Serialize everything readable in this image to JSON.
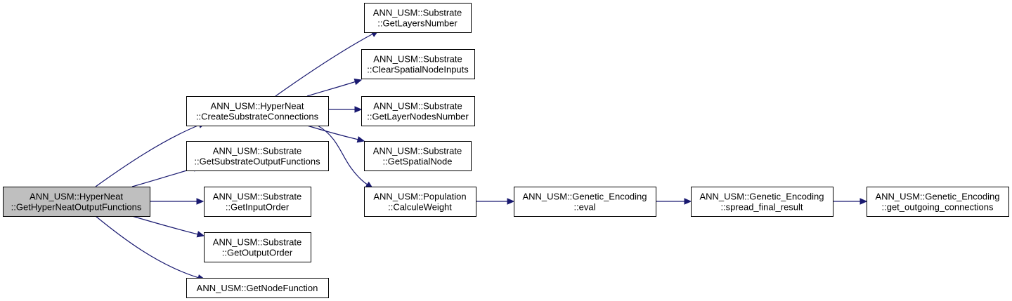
{
  "graph": {
    "nodes": [
      {
        "id": "n0",
        "lines": [
          "ANN_USM::HyperNeat",
          "::GetHyperNeatOutputFunctions"
        ],
        "root": true
      },
      {
        "id": "n1",
        "lines": [
          "ANN_USM::HyperNeat",
          "::CreateSubstrateConnections"
        ]
      },
      {
        "id": "n2",
        "lines": [
          "ANN_USM::Substrate",
          "::GetSubstrateOutputFunctions"
        ]
      },
      {
        "id": "n3",
        "lines": [
          "ANN_USM::Substrate",
          "::GetInputOrder"
        ]
      },
      {
        "id": "n4",
        "lines": [
          "ANN_USM::Substrate",
          "::GetOutputOrder"
        ]
      },
      {
        "id": "n5",
        "lines": [
          "ANN_USM::GetNodeFunction"
        ]
      },
      {
        "id": "n6",
        "lines": [
          "ANN_USM::Substrate",
          "::GetLayersNumber"
        ]
      },
      {
        "id": "n7",
        "lines": [
          "ANN_USM::Substrate",
          "::ClearSpatialNodeInputs"
        ]
      },
      {
        "id": "n8",
        "lines": [
          "ANN_USM::Substrate",
          "::GetLayerNodesNumber"
        ]
      },
      {
        "id": "n9",
        "lines": [
          "ANN_USM::Substrate",
          "::GetSpatialNode"
        ]
      },
      {
        "id": "n10",
        "lines": [
          "ANN_USM::Population",
          "::CalculeWeight"
        ]
      },
      {
        "id": "n11",
        "lines": [
          "ANN_USM::Genetic_Encoding",
          "::eval"
        ]
      },
      {
        "id": "n12",
        "lines": [
          "ANN_USM::Genetic_Encoding",
          "::spread_final_result"
        ]
      },
      {
        "id": "n13",
        "lines": [
          "ANN_USM::Genetic_Encoding",
          "::get_outgoing_connections"
        ]
      }
    ],
    "edges": [
      {
        "from": "n0",
        "to": "n1"
      },
      {
        "from": "n0",
        "to": "n2"
      },
      {
        "from": "n0",
        "to": "n3"
      },
      {
        "from": "n0",
        "to": "n4"
      },
      {
        "from": "n0",
        "to": "n5"
      },
      {
        "from": "n1",
        "to": "n6"
      },
      {
        "from": "n1",
        "to": "n7"
      },
      {
        "from": "n1",
        "to": "n8"
      },
      {
        "from": "n1",
        "to": "n9"
      },
      {
        "from": "n1",
        "to": "n10"
      },
      {
        "from": "n10",
        "to": "n11"
      },
      {
        "from": "n11",
        "to": "n12"
      },
      {
        "from": "n12",
        "to": "n13"
      }
    ],
    "colors": {
      "edge": "#191970",
      "root_fill": "#bfbfbf",
      "node_border": "#000000"
    }
  }
}
